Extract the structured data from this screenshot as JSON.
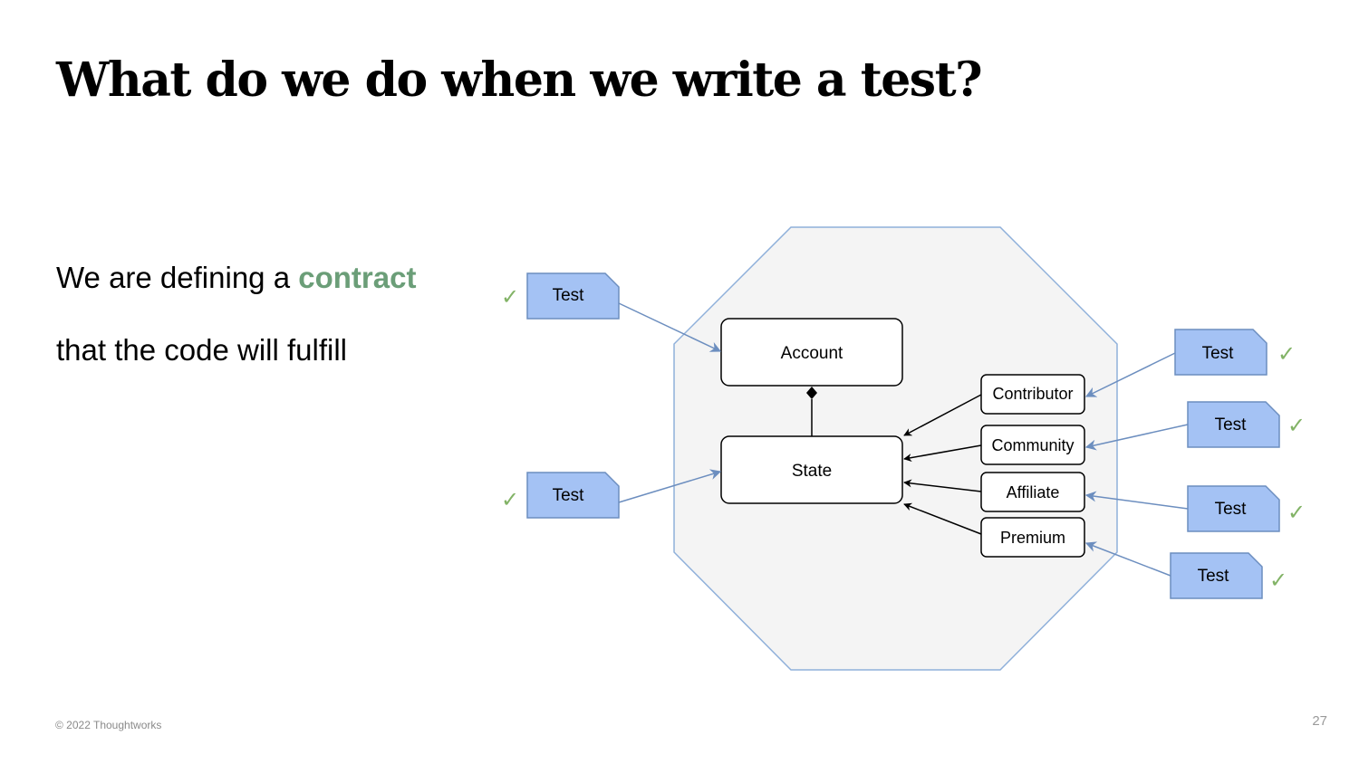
{
  "slide": {
    "title": "What do we do when we write a test?",
    "body": {
      "line1_prefix": "We are defining a ",
      "line1_highlight": "contract",
      "line2": "that the code will fulfill"
    },
    "footer": "© 2022 Thoughtworks",
    "page_number": "27"
  },
  "diagram": {
    "classes": {
      "account": "Account",
      "state": "State",
      "contributor": "Contributor",
      "community": "Community",
      "affiliate": "Affiliate",
      "premium": "Premium"
    },
    "test_label": "Test",
    "check_glyph": "✓"
  },
  "colors": {
    "highlight": "#6b9e78",
    "test_fill": "#a4c2f4",
    "test_stroke": "#6c8ebf",
    "hexagon_fill": "#f4f4f4",
    "hexagon_stroke": "#8fb0da",
    "check": "#82b366"
  }
}
